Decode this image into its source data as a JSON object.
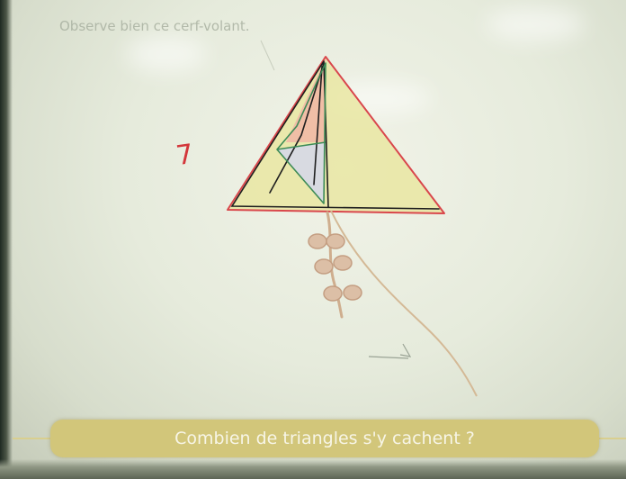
{
  "exercise": {
    "instruction": "Observe bien ce cerf-volant.",
    "question": "Combien de triangles s'y cachent ?"
  },
  "annotation": {
    "handwritten_number": "7"
  },
  "colors": {
    "background": "#e6ebdc",
    "kite_fill": "#e9e6a2",
    "kite_top_fill": "#f1b9a5",
    "kite_inner_fill": "#d7d9e4",
    "outline_red": "#d9474b",
    "outline_black": "#1e1e1e",
    "outline_green": "#3d8b56",
    "tail_color": "#cfae8e",
    "question_bar": "#d2c67a",
    "question_text": "#f7f5e6",
    "annotation_red": "#d3363a"
  },
  "icons": [
    "kite-illustration",
    "bow-icon",
    "cursor-icon"
  ]
}
